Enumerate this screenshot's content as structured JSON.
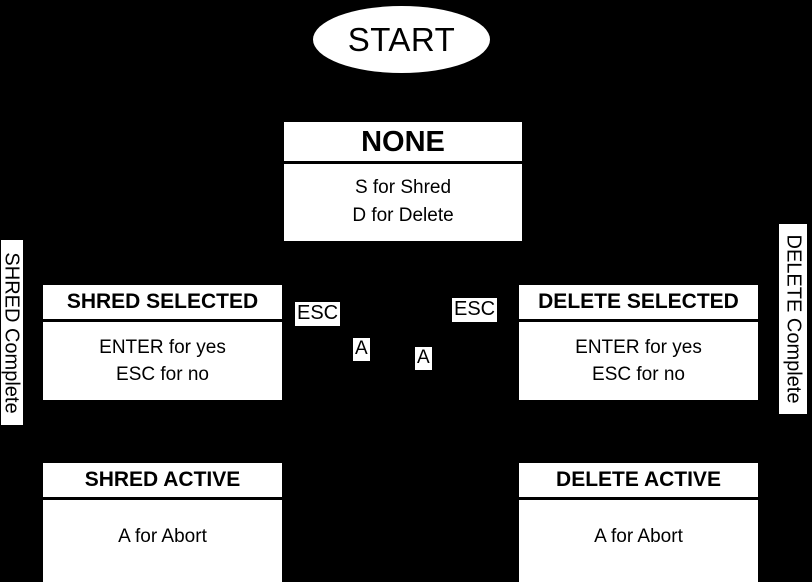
{
  "diagram": {
    "title": "Shred / Delete state machine",
    "background_color": "#000000",
    "node_fill_color": "#ffffff",
    "node_text_color": "#000000"
  },
  "start": {
    "label": "START"
  },
  "states": {
    "none": {
      "title": "NONE",
      "lines": [
        "S for Shred",
        "D for Delete"
      ]
    },
    "shred_selected": {
      "title": "SHRED SELECTED",
      "lines": [
        "ENTER for yes",
        "ESC for no"
      ]
    },
    "delete_selected": {
      "title": "DELETE SELECTED",
      "lines": [
        "ENTER for yes",
        "ESC for no"
      ]
    },
    "shred_active": {
      "title": "SHRED ACTIVE",
      "lines": [
        "A for Abort"
      ]
    },
    "delete_active": {
      "title": "DELETE ACTIVE",
      "lines": [
        "A for Abort"
      ]
    }
  },
  "transitions": {
    "esc_from_shred_selected": "ESC",
    "esc_from_delete_selected": "ESC",
    "abort_from_shred_active": "A",
    "abort_from_delete_active": "A",
    "shred_complete": "SHRED Complete",
    "delete_complete": "DELETE Complete"
  }
}
